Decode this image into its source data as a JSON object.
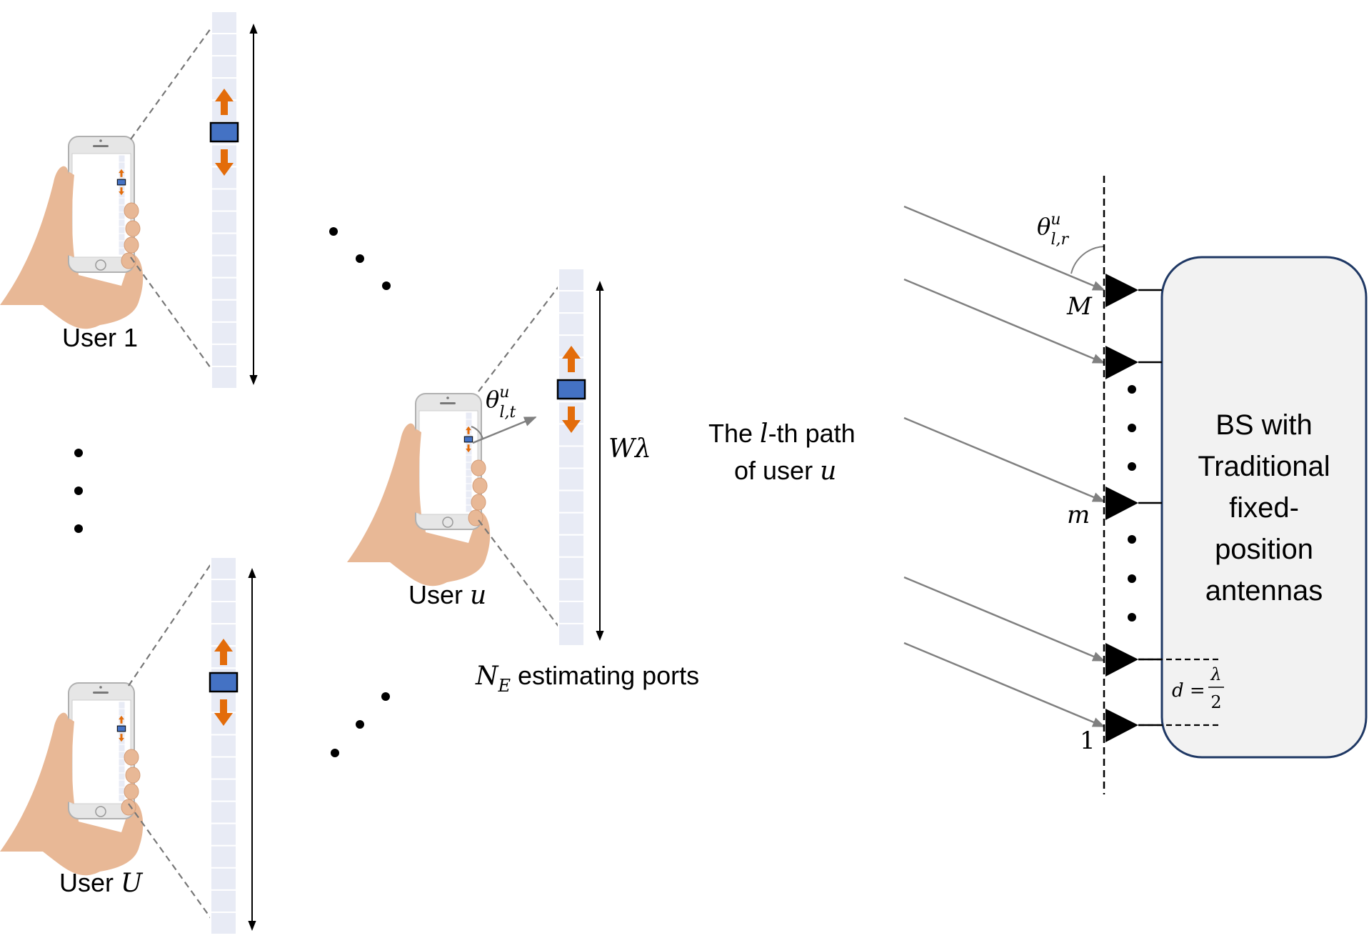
{
  "users": [
    {
      "label": "User ",
      "symbol": "1"
    },
    {
      "label": "User ",
      "symbol": "u"
    },
    {
      "label": "User ",
      "symbol": "U"
    }
  ],
  "ports": {
    "symbol": "N",
    "subscript": "E",
    "text": " estimating ports"
  },
  "aperture": {
    "symbol": "Wλ"
  },
  "angles": {
    "transmit": {
      "base": "θ",
      "sup": "u",
      "sub": "l,t"
    },
    "receive": {
      "base": "θ",
      "sup": "u",
      "sub": "l,r"
    }
  },
  "path_label": {
    "line1_a": "The ",
    "line1_var": "l",
    "line1_b": "-th path",
    "line2_a": "of user ",
    "line2_var": "u"
  },
  "bs": {
    "lines": [
      "BS with",
      "Traditional",
      "fixed-",
      "position",
      "antennas"
    ],
    "antenna_top": "M",
    "antenna_mid": "m",
    "antenna_bottom": "1",
    "spacing_lhs": "d = ",
    "spacing_num": "λ",
    "spacing_den": "2"
  },
  "colors": {
    "port_cell": "#e8ebf5",
    "port_grid": "#ffffff",
    "movable_antenna": "#4472c4",
    "arrow": "#e36c0a",
    "bs_fill": "#f2f2f2",
    "bs_stroke": "#1f3864",
    "path_arrow": "#808080",
    "skin": "#e8b896"
  }
}
